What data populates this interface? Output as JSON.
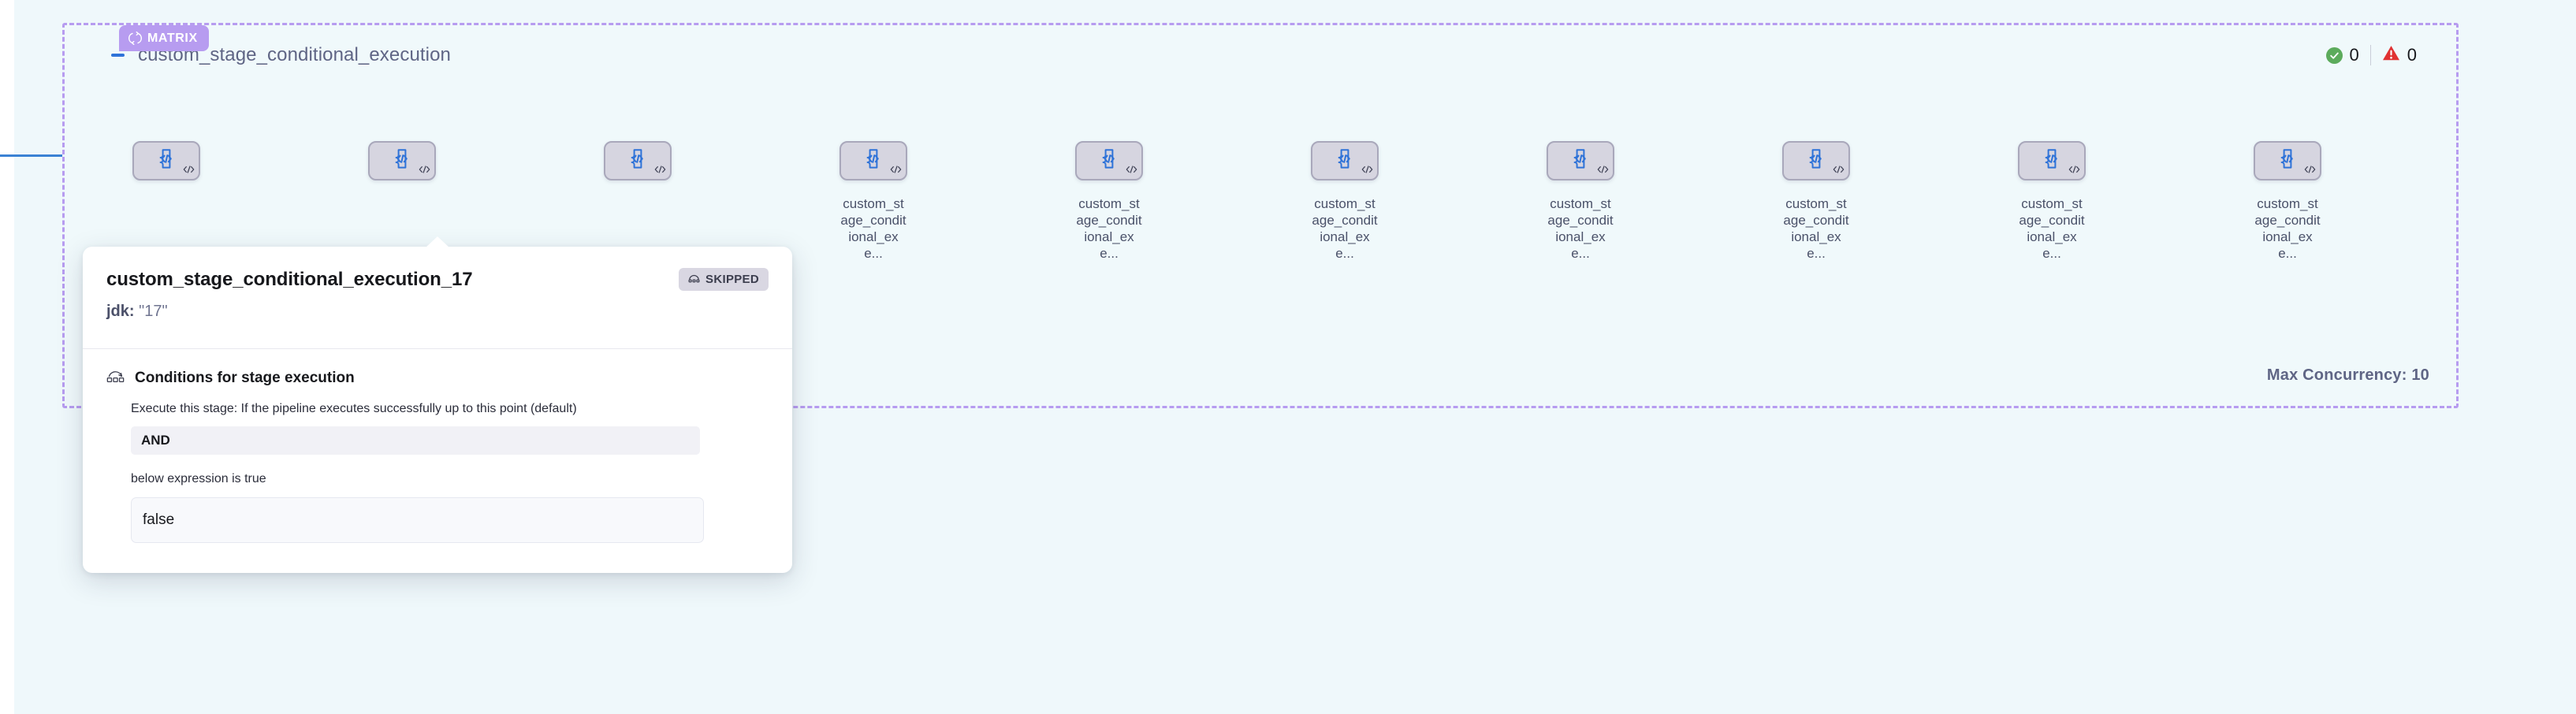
{
  "matrix": {
    "tag_label": "MATRIX",
    "tag_icon": "loop-refresh-icon",
    "tag_color": "#b79cf0"
  },
  "group": {
    "title": "custom_stage_conditional_execution",
    "collapse_icon": "minus-icon",
    "success_count": "0",
    "warning_count": "0",
    "success_icon": "check-circle-icon",
    "warning_icon": "warning-triangle-icon",
    "max_concurrency_label": "Max Concurrency: 10"
  },
  "nodes": [
    {
      "label": "",
      "icon": "custom-stage-code-icon",
      "badge_icon": "code-tag-icon",
      "label_hidden": true
    },
    {
      "label": "",
      "icon": "custom-stage-code-icon",
      "badge_icon": "code-tag-icon",
      "label_hidden": true
    },
    {
      "label": "",
      "icon": "custom-stage-code-icon",
      "badge_icon": "code-tag-icon",
      "label_hidden": true
    },
    {
      "label": "custom_stage_conditional_exe...",
      "icon": "custom-stage-code-icon",
      "badge_icon": "code-tag-icon",
      "label_hidden": false
    },
    {
      "label": "custom_stage_conditional_exe...",
      "icon": "custom-stage-code-icon",
      "badge_icon": "code-tag-icon",
      "label_hidden": false
    },
    {
      "label": "custom_stage_conditional_exe...",
      "icon": "custom-stage-code-icon",
      "badge_icon": "code-tag-icon",
      "label_hidden": false
    },
    {
      "label": "custom_stage_conditional_exe...",
      "icon": "custom-stage-code-icon",
      "badge_icon": "code-tag-icon",
      "label_hidden": false
    },
    {
      "label": "custom_stage_conditional_exe...",
      "icon": "custom-stage-code-icon",
      "badge_icon": "code-tag-icon",
      "label_hidden": false
    },
    {
      "label": "custom_stage_conditional_exe...",
      "icon": "custom-stage-code-icon",
      "badge_icon": "code-tag-icon",
      "label_hidden": false
    },
    {
      "label": "custom_stage_conditional_exe...",
      "icon": "custom-stage-code-icon",
      "badge_icon": "code-tag-icon",
      "label_hidden": false
    }
  ],
  "popover": {
    "title": "custom_stage_conditional_execution_17",
    "status_badge": "SKIPPED",
    "status_badge_icon": "skipped-icon",
    "matrix_key": "jdk:",
    "matrix_value": "\"17\"",
    "conditions_icon": "stage-conditions-icon",
    "conditions_title": "Conditions for stage execution",
    "conditions_desc": "Execute this stage: If the pipeline executes successfully up to this point (default)",
    "operator": "AND",
    "expression_desc": "below expression is true",
    "expression_value": "false"
  },
  "colors": {
    "matrix_accent": "#b79cf0",
    "canvas_bg": "#eff8fb",
    "node_fill": "#d6d5e0",
    "node_icon": "#2f73d8",
    "success": "#5cab5c",
    "danger": "#e03232"
  }
}
